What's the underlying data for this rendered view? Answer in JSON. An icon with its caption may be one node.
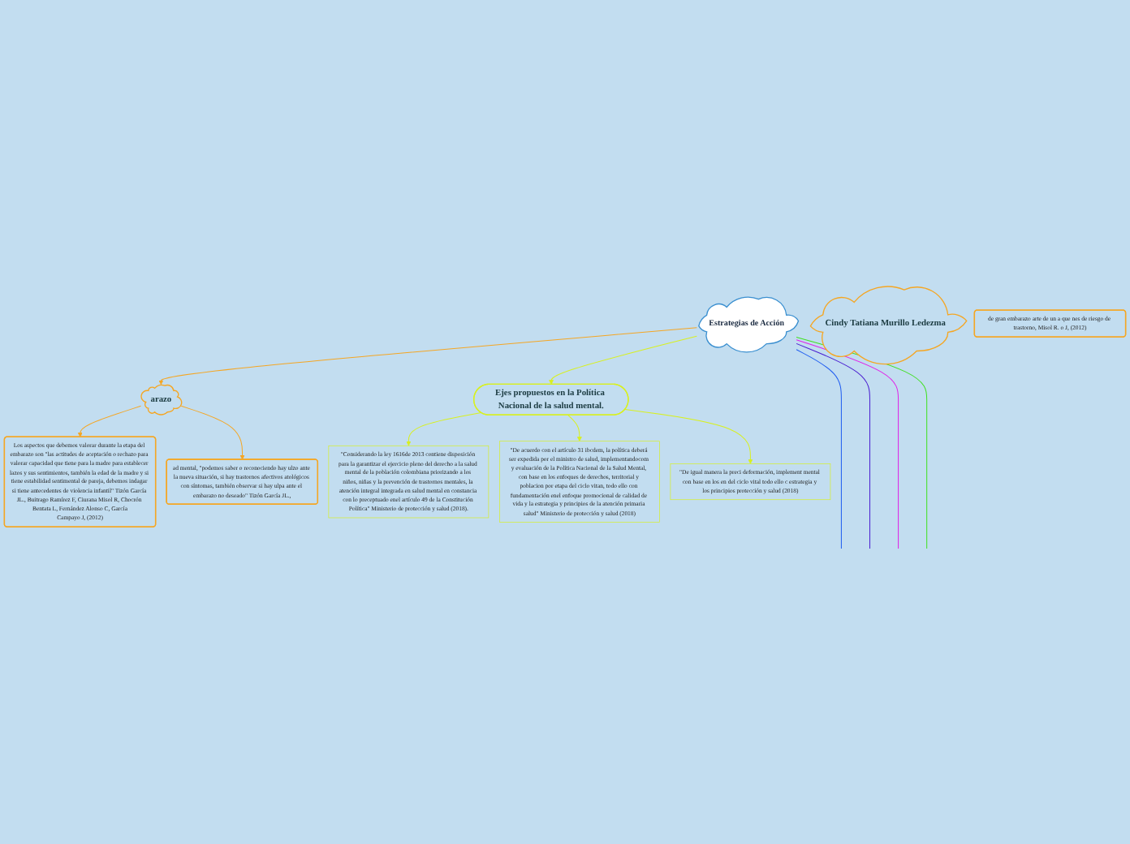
{
  "diagram": {
    "nodes": [
      {
        "text": [
          "Estrategias de Acción"
        ]
      },
      {
        "text": [
          "Cindy Tatiana Murillo Ledezma"
        ]
      },
      {
        "text": [
          "arazo"
        ]
      },
      {
        "text": [
          "de gran embarazo arte de un a que nes de riesgo de trastorno, Misol R. o J, (2012)"
        ]
      },
      {
        "text": [
          "Los aspectos que debemos valorar durante la etapa del embarazo son \"las actitudes de aceptación o rechazo para valorar capacidad que tiene para la madre para establecer lazos y sus sentimientos, también la edad de la madre y si tiene estabilidad sentimental de pareja, debemos indagar si tiene antecedentes de violencia infantil\" Tizón García JL., Buitrago Ramírez F, Ciurana Misol R, Chocrón Bentata L, Fernández Alonso C, García",
          "Campayo J, (2012)"
        ]
      },
      {
        "text": [
          "ad mental, \"podemos saber o reconociendo hay ulzo ante la nueva situación, si hay trastornos afectivos atológicos con síntomas, también observar si hay ulpa ante el embarazo no deseado\" Tizón García JL.,"
        ]
      },
      {
        "text": [
          "Ejes propuestos en la Política Nacional de la salud mental."
        ]
      },
      {
        "text": [
          "\"Considerando la ley 1616de 2013 contiene disposición para la garantizar el ejercicio pleno del derecho a la salud mental de la población colombiana priorizando a los niños, niñas y la prevención de trastornos mentales, la atención integral integrada en salud mental en constancia con lo preceptuado enel artículo 49 de la Constitución Política\" Ministerio de protección y salud (2018)."
        ]
      },
      {
        "text": [
          "\"De acuerdo con el artículo 31 ibcdem, la política deberá ser expedida por el ministro de salud, implementandocom y evaluación de la Política Nacional de la Salud Mental, con base en los enfoques de derechos, territorial y poblacion por etapa del ciclo vitan, todo ello con fundamentación enel enfoque promocional de calidad de vida y la estrategia y principios de la atención primaria salud\" Ministerio de protección y salud (2018)"
        ]
      },
      {
        "text": [
          "\"De igual manera la preci deformación, implement mental con base en los en del ciclo vital todo ello c estrategia y los principios protección y salud (2018)"
        ]
      }
    ],
    "edges": [
      {
        "from": 0,
        "to": 2,
        "arrow": "to",
        "color": "#f5a623"
      },
      {
        "from": 2,
        "to": 4,
        "arrow": "to",
        "color": "#f5a623"
      },
      {
        "from": 2,
        "to": 5,
        "arrow": "to",
        "color": "#f5a623"
      },
      {
        "from": 0,
        "to": null,
        "arrow": "none",
        "color": "#1f5cf0"
      },
      {
        "from": 0,
        "to": null,
        "arrow": "none",
        "color": "#4b1fd0"
      },
      {
        "from": 0,
        "to": null,
        "arrow": "none",
        "color": "#e020e8"
      },
      {
        "from": 0,
        "to": null,
        "arrow": "none",
        "color": "#40e020"
      },
      {
        "from": 0,
        "to": 6,
        "arrow": "to",
        "color": "#d8f020"
      },
      {
        "from": 6,
        "to": 7,
        "arrow": "to",
        "color": "#d8f020"
      },
      {
        "from": 6,
        "to": 8,
        "arrow": "to",
        "color": "#d8f020"
      },
      {
        "from": 6,
        "to": 9,
        "arrow": "to",
        "color": "#d8f020"
      }
    ]
  }
}
